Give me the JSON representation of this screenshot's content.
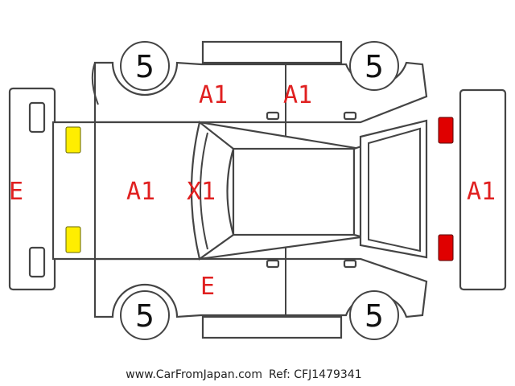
{
  "tires": {
    "front_left": "5",
    "front_right": "5",
    "rear_left": "5",
    "rear_right": "5"
  },
  "damage_marks": {
    "front_bumper": "E",
    "hood": "A1",
    "windshield": "X1",
    "left_front_door": "A1",
    "left_rear_door": "A1",
    "right_front_door": "E",
    "rear_bumper": "A1"
  },
  "footer": {
    "website": "www.CarFromJapan.com",
    "ref": "Ref: CFJ1479341"
  },
  "colors": {
    "mark_text": "#e02020",
    "headlight": "#ffee00",
    "taillight": "#e00000",
    "outline": "#444444"
  }
}
